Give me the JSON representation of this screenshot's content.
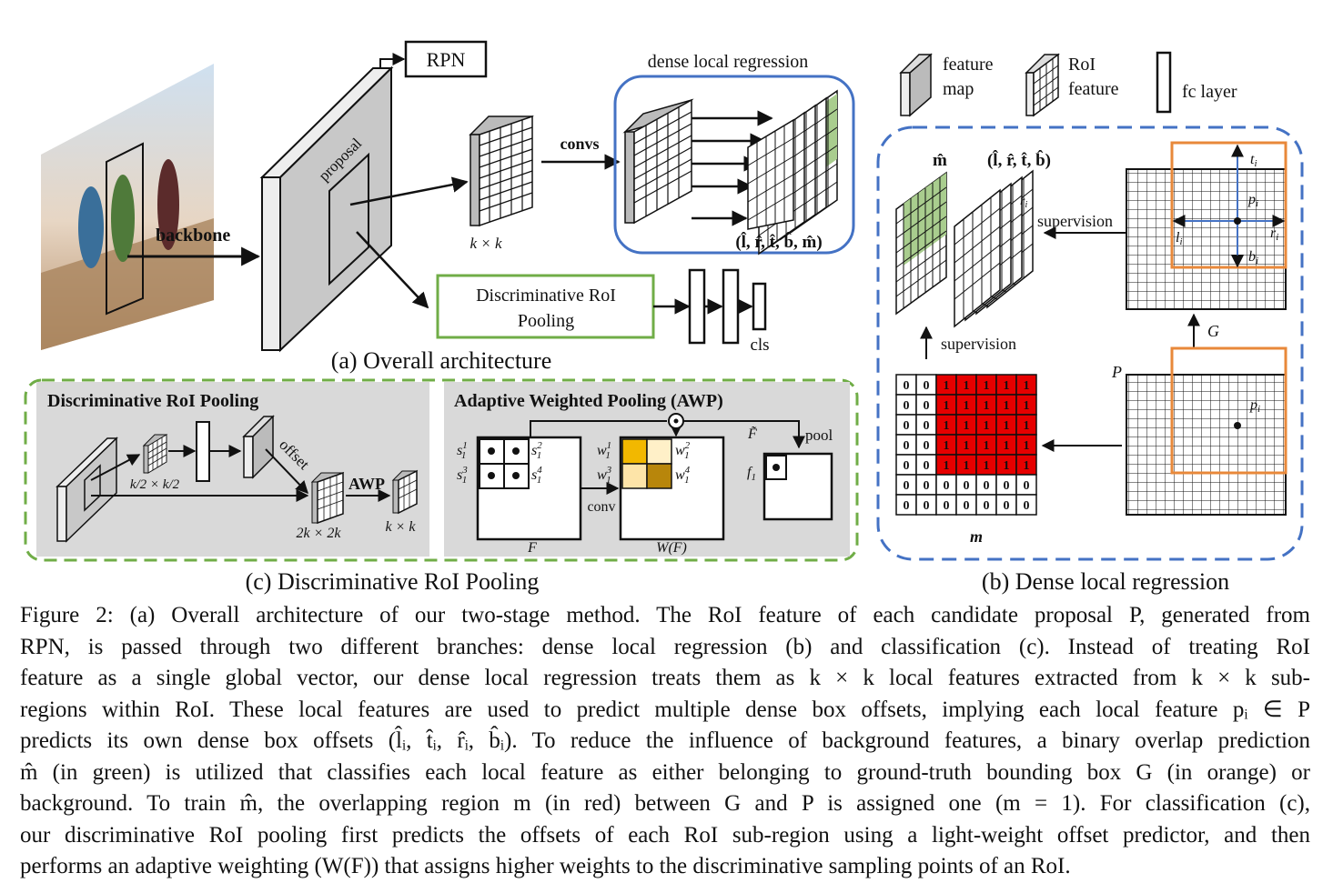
{
  "panel_a": {
    "rpn_label": "RPN",
    "proposal_label": "proposal",
    "backbone_label": "backbone",
    "convs_label": "convs",
    "kxk_label": "k × k",
    "dense_local_regression_label": "dense local regression",
    "outputs_label": "(l̂, r̂, t̂, b̂, m̂)",
    "drp_box_label_line1": "Discriminative RoI",
    "drp_box_label_line2": "Pooling",
    "cls_label": "cls",
    "title": "(a) Overall architecture"
  },
  "legend": {
    "feature_map_line1": "feature",
    "feature_map_line2": "map",
    "roi_feature_line1": "RoI",
    "roi_feature_line2": "feature",
    "fc_layer": "fc layer"
  },
  "panel_b": {
    "m_hat_label": "m̂",
    "offsets_label": "(l̂, r̂, t̂, b̂)",
    "supervision_top": "supervision",
    "supervision_left": "supervision",
    "G_label": "G",
    "P_label": "P",
    "m_label": "m",
    "t_i": "t",
    "b_i": "b",
    "l_i": "l",
    "r_i": "r",
    "p_i": "p",
    "sub_i": "i",
    "mask_rows": [
      [
        0,
        0,
        1,
        1,
        1,
        1,
        1
      ],
      [
        0,
        0,
        1,
        1,
        1,
        1,
        1
      ],
      [
        0,
        0,
        1,
        1,
        1,
        1,
        1
      ],
      [
        0,
        0,
        1,
        1,
        1,
        1,
        1
      ],
      [
        0,
        0,
        1,
        1,
        1,
        1,
        1
      ],
      [
        0,
        0,
        0,
        0,
        0,
        0,
        0
      ],
      [
        0,
        0,
        0,
        0,
        0,
        0,
        0
      ]
    ],
    "title": "(b) Dense local regression"
  },
  "panel_c": {
    "drp_title": "Discriminative RoI Pooling",
    "half_size_label": "k/2 × k/2",
    "offset_label": "offset",
    "awp_label": "AWP",
    "two_k_label": "2k × 2k",
    "kxk_label": "k × k",
    "awp_title": "Adaptive Weighted Pooling (AWP)",
    "s_labels": [
      "s",
      "s",
      "s",
      "s"
    ],
    "w_labels": [
      "w",
      "w",
      "w",
      "w"
    ],
    "sub_1": "1",
    "sup_labels": [
      "1",
      "2",
      "3",
      "4"
    ],
    "conv_label": "conv",
    "F_label": "F",
    "WF_label": "W(F)",
    "F_tilde_label": "F̃",
    "pool_label": "pool",
    "f1_label": "f",
    "title": "(c) Discriminative RoI Pooling"
  },
  "colors": {
    "green_mask": "#a9cd8e",
    "red_overlap": "#e60000",
    "orange_gt": "#e8883a",
    "blue_dashed": "#4472c4",
    "green_dashed": "#70ad47",
    "awp_gold": "#f2b800",
    "awp_light": "#fff0c8",
    "awp_brown": "#b8860b"
  },
  "caption": {
    "lines": [
      "Figure 2: (a) Overall architecture of our two-stage method. The RoI feature of each candidate proposal P, generated from",
      "RPN, is passed through two different branches: dense local regression (b) and classification (c). Instead of treating RoI",
      "feature as a single global vector, our dense local regression treats them as k × k local features extracted from k × k sub-",
      "regions within RoI. These local features are used to predict multiple dense box offsets, implying each local feature pᵢ ∈ P",
      "predicts its own dense box offsets (l̂ᵢ, t̂ᵢ, r̂ᵢ, b̂ᵢ). To reduce the influence of background features, a binary overlap prediction",
      "m̂ (in green) is utilized that classifies each local feature as either belonging to ground-truth bounding box G (in orange) or",
      "background. To train m̂, the overlapping region m (in red) between G and P is assigned one (m = 1). For classification (c),",
      "our discriminative RoI pooling first predicts the offsets of each RoI sub-region using a light-weight offset predictor, and then",
      "performs an adaptive weighting (W(F)) that assigns higher weights to the discriminative sampling points of an RoI."
    ]
  }
}
